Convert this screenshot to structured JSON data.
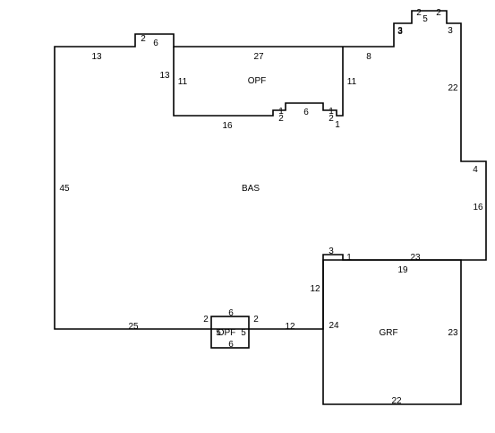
{
  "areas": {
    "bas": "BAS",
    "opf_top": "OPF",
    "opf_bottom": "OPF",
    "grf": "GRF"
  },
  "dims": {
    "d13_top_left": "13",
    "d2_notch_top": "2",
    "d6_notch": "6",
    "d13_opf_left_outer": "13",
    "d27_opf_top": "27",
    "d11_opf_left": "11",
    "d11_opf_right": "11",
    "d16_opf_bottom": "16",
    "d2_step_left": "2",
    "d1_step_left": "1",
    "d6_step_top": "6",
    "d1_step_right": "1",
    "d2_step_right": "2",
    "d1_step_corner": "1",
    "d8_top_mid": "8",
    "d3_bump_left_a": "3",
    "d3_bump_left_b": "3",
    "d2_bump_top_left": "2",
    "d5_bump_top": "5",
    "d2_bump_top_right": "2",
    "d3_bump_right": "3",
    "d22_right_upper": "22",
    "d4_right_step": "4",
    "d16_right_lower": "16",
    "d45_left": "45",
    "d25_bottom_left": "25",
    "d2_opf_bottom_left": "2",
    "d6_opf_bottom_top": "6",
    "d2_opf_bottom_right": "2",
    "d5_opf_bottom_left": "5",
    "d5_opf_bottom_right": "5",
    "d6_opf_bottom_bottom": "6",
    "d12_bottom_mid": "12",
    "d12_grf_left_upper": "12",
    "d24_grf_left": "24",
    "d3_grf_notch": "3",
    "d1_grf_notch": "1",
    "d23_grf_top": "23",
    "d19_grf_top_inner": "19",
    "d23_grf_right": "23",
    "d22_grf_bottom": "22"
  }
}
